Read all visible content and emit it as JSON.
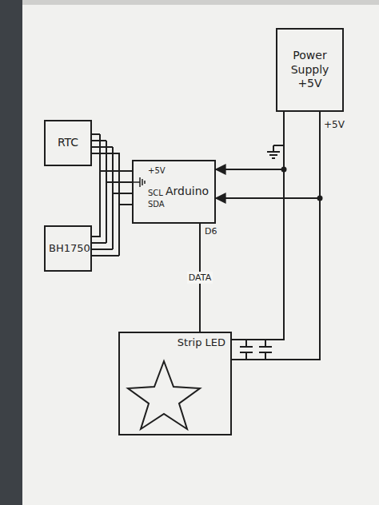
{
  "diagram": {
    "nodes": [
      {
        "text": [
          "Power Supply +5V"
        ]
      },
      {
        "text": [
          "RTC"
        ]
      },
      {
        "text": [
          "Arduino"
        ]
      },
      {
        "text": [
          "BH1750"
        ]
      },
      {
        "text": [
          "Strip LED"
        ]
      }
    ],
    "edges": [
      {
        "from": 0,
        "to": 2,
        "arrow": "to"
      },
      {
        "from": 0,
        "to": 2,
        "arrow": "to"
      },
      {
        "from": 0,
        "to": 4,
        "arrow": "none"
      },
      {
        "from": 0,
        "to": 4,
        "arrow": "none"
      },
      {
        "from": 2,
        "to": 4,
        "label": "DATA",
        "arrow": "none"
      },
      {
        "from": 1,
        "to": 2,
        "arrow": "none"
      },
      {
        "from": 3,
        "to": 2,
        "arrow": "none"
      }
    ],
    "labels": [
      "+5V",
      "+5V",
      "SCL",
      "SDA",
      "D6"
    ]
  }
}
